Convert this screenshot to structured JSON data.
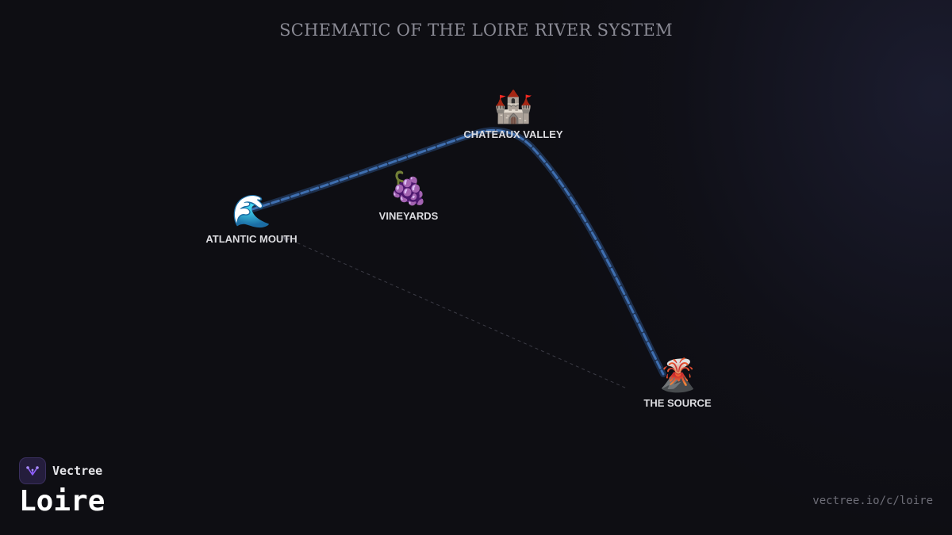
{
  "title": "SCHEMATIC OF THE LOIRE RIVER SYSTEM",
  "river": {
    "color": "#3f6fb0",
    "nodes": [
      {
        "id": "atlantic",
        "label": "ATLANTIC MOUTH",
        "icon": "🌊",
        "icon_name": "water-wave-icon"
      },
      {
        "id": "vineyards",
        "label": "VINEYARDS",
        "icon": "🍇",
        "icon_name": "grapes-icon"
      },
      {
        "id": "chateaux",
        "label": "CHATEAUX VALLEY",
        "icon": "🏰",
        "icon_name": "castle-icon"
      },
      {
        "id": "source",
        "label": "THE SOURCE",
        "icon": "🌋",
        "icon_name": "volcano-icon"
      }
    ]
  },
  "brand": {
    "name": "Vectree",
    "logo_icon": "vectree-logo-icon",
    "accent": "#8b5cf6"
  },
  "page_title": "Loire",
  "url": "vectree.io/c/loire"
}
